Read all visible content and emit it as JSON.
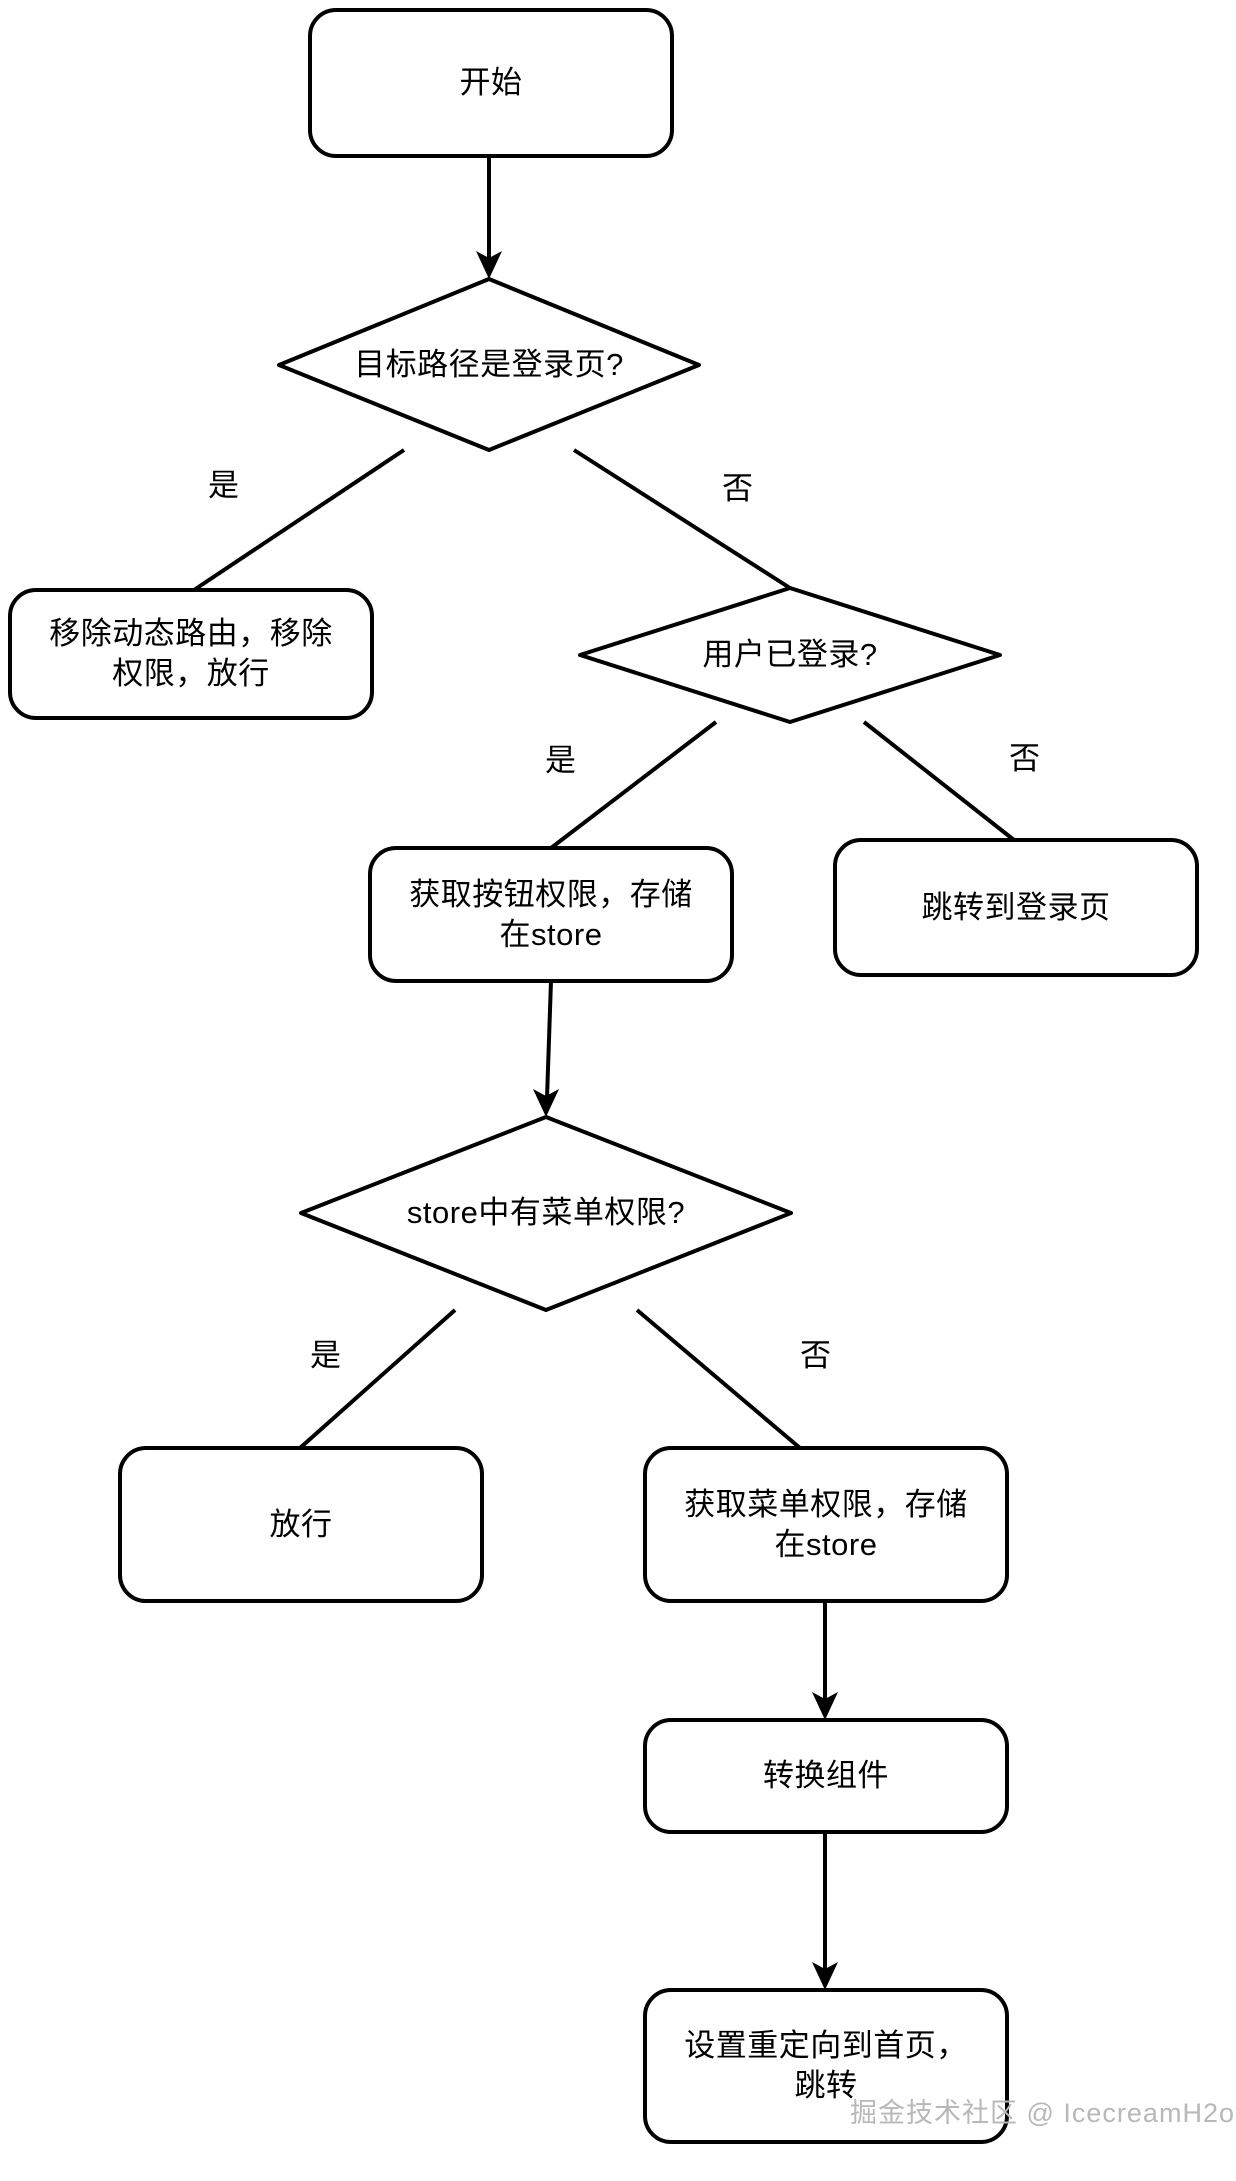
{
  "diagram": {
    "type": "flowchart",
    "title": "",
    "orientation": "top-down",
    "background_color": "#ffffff",
    "stroke_color": "#000000",
    "text_color": "#000000",
    "nodes": [
      {
        "id": "start",
        "shape": "rounded-rect",
        "label": "开始"
      },
      {
        "id": "is_login_path",
        "shape": "diamond",
        "label": "目标路径是登录页?"
      },
      {
        "id": "remove_all",
        "shape": "rounded-rect",
        "label": "移除动态路由，移除\n权限，放行"
      },
      {
        "id": "user_logged",
        "shape": "diamond",
        "label": "用户已登录?"
      },
      {
        "id": "get_btn_perm",
        "shape": "rounded-rect",
        "label": "获取按钮权限，存储\n在store"
      },
      {
        "id": "goto_login",
        "shape": "rounded-rect",
        "label": "跳转到登录页"
      },
      {
        "id": "has_menu",
        "shape": "diamond",
        "label": "store中有菜单权限?"
      },
      {
        "id": "pass",
        "shape": "rounded-rect",
        "label": "放行"
      },
      {
        "id": "get_menu_perm",
        "shape": "rounded-rect",
        "label": "获取菜单权限，存储\n在store"
      },
      {
        "id": "convert_comp",
        "shape": "rounded-rect",
        "label": "转换组件"
      },
      {
        "id": "set_redirect",
        "shape": "rounded-rect",
        "label": "设置重定向到首页，\n跳转"
      }
    ],
    "edges": [
      {
        "from": "start",
        "to": "is_login_path",
        "label": ""
      },
      {
        "from": "is_login_path",
        "to": "remove_all",
        "label": "是"
      },
      {
        "from": "is_login_path",
        "to": "user_logged",
        "label": "否"
      },
      {
        "from": "user_logged",
        "to": "get_btn_perm",
        "label": "是"
      },
      {
        "from": "user_logged",
        "to": "goto_login",
        "label": "否"
      },
      {
        "from": "get_btn_perm",
        "to": "has_menu",
        "label": ""
      },
      {
        "from": "has_menu",
        "to": "pass",
        "label": "是"
      },
      {
        "from": "has_menu",
        "to": "get_menu_perm",
        "label": "否"
      },
      {
        "from": "get_menu_perm",
        "to": "convert_comp",
        "label": ""
      },
      {
        "from": "convert_comp",
        "to": "set_redirect",
        "label": ""
      }
    ]
  },
  "watermark": {
    "text": "掘金技术社区 @ IcecreamH2o",
    "color": "#b8b8b8"
  }
}
